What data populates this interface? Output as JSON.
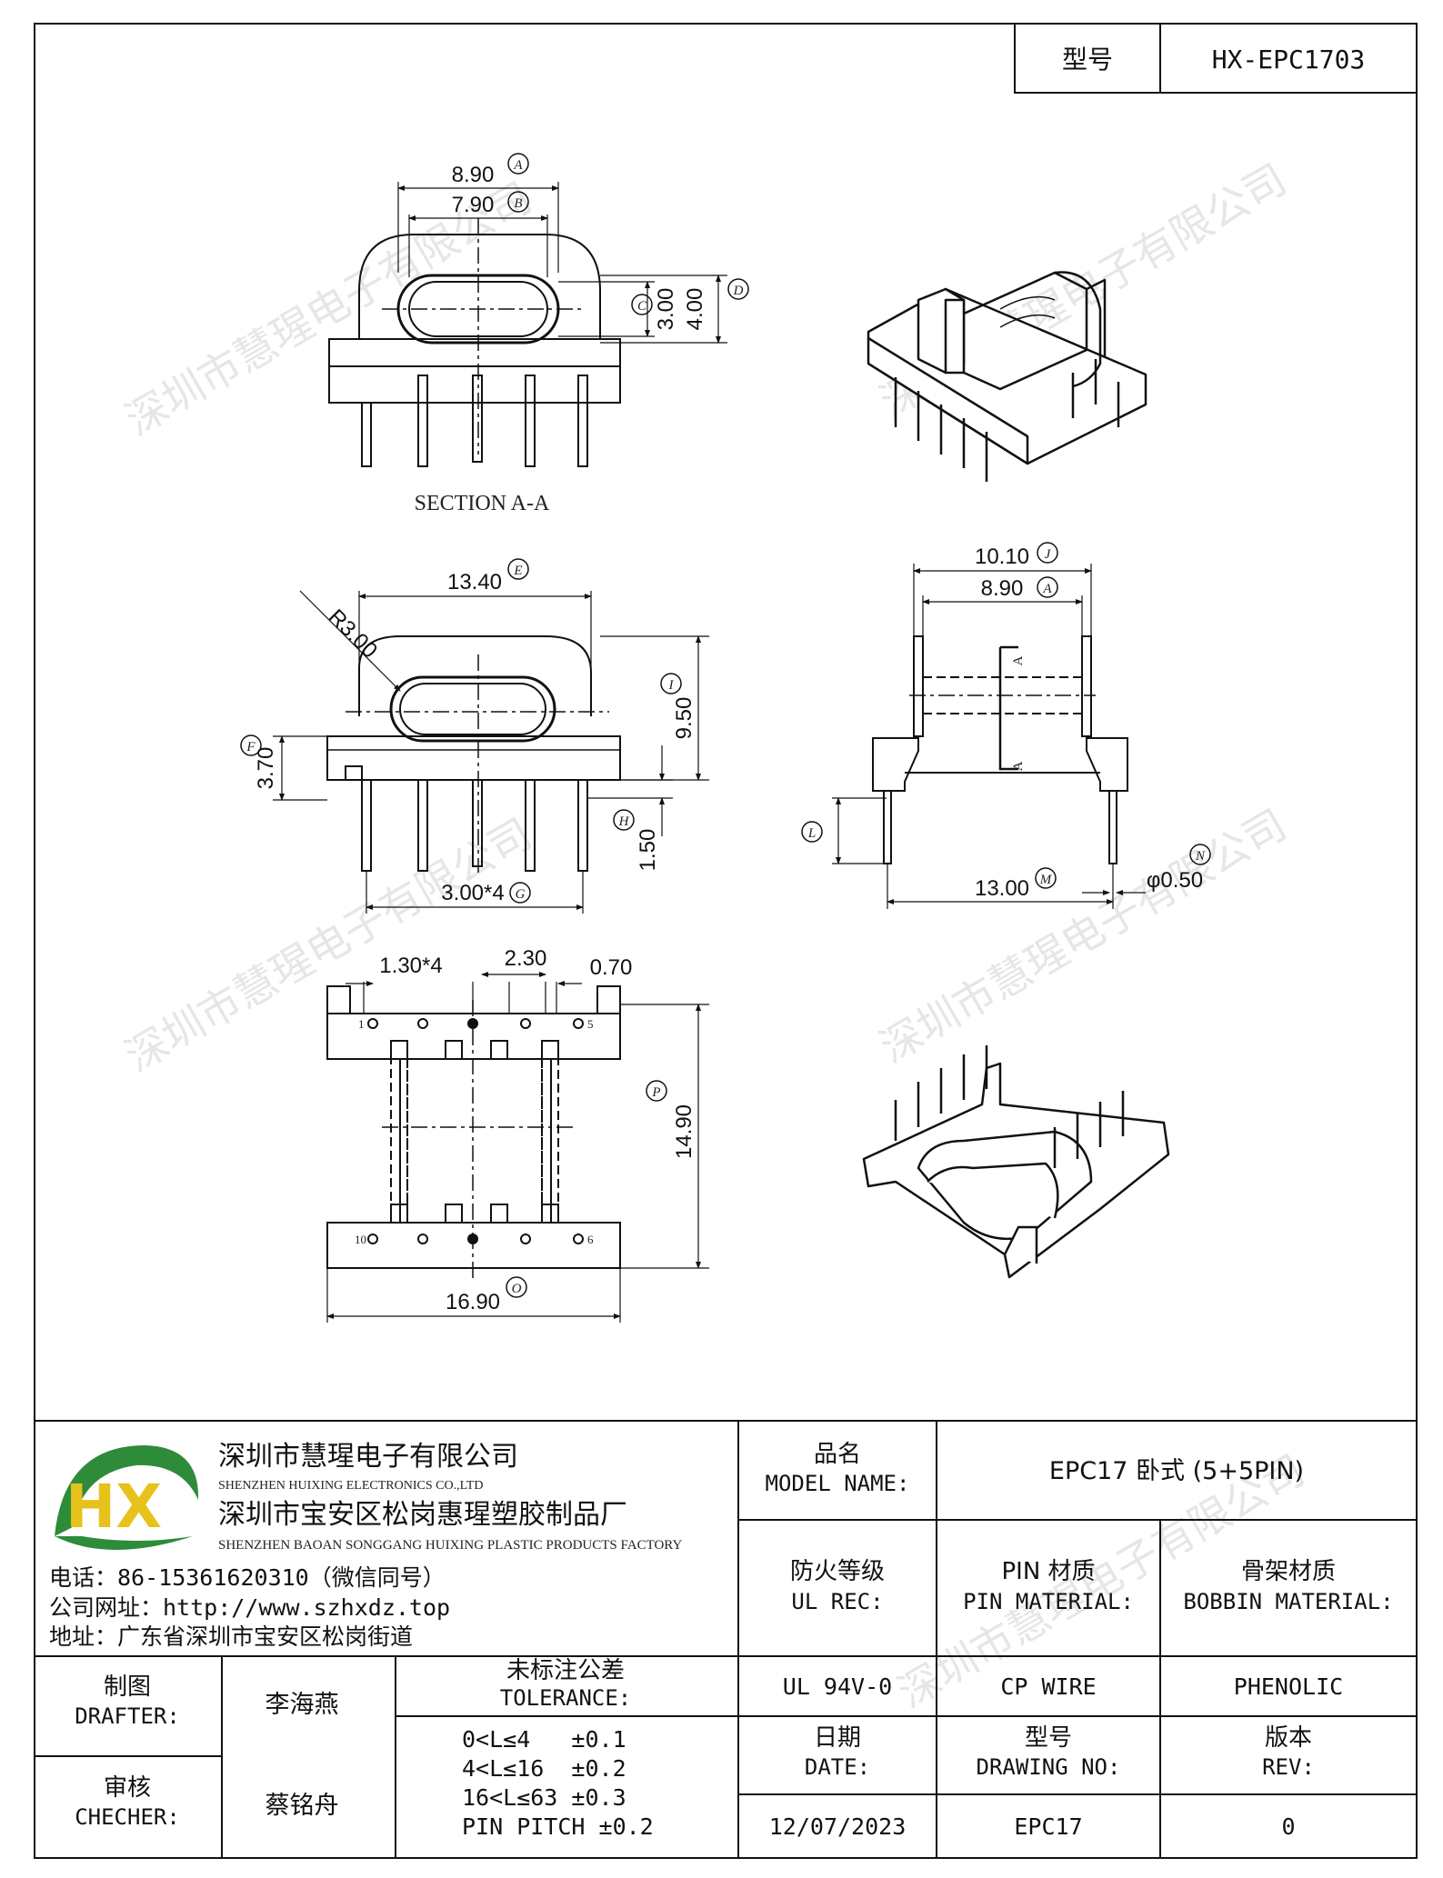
{
  "model": {
    "label": "型号",
    "value": "HX-EPC1703"
  },
  "views": {
    "section": {
      "caption": "SECTION A-A",
      "dims": [
        {
          "value": "8.90",
          "tag": "A"
        },
        {
          "value": "7.90",
          "tag": "B"
        },
        {
          "value": "3.00",
          "tag": "C"
        },
        {
          "value": "4.00",
          "tag": "D"
        }
      ]
    },
    "front": {
      "radius": "R3.00",
      "dims": [
        {
          "value": "13.40",
          "tag": "E"
        },
        {
          "value": "3.70",
          "tag": "F"
        },
        {
          "value": "3.00*4",
          "tag": "G"
        },
        {
          "value": "1.50",
          "tag": "H"
        },
        {
          "value": "9.50",
          "tag": "I"
        }
      ]
    },
    "side": {
      "dims": [
        {
          "value": "10.10",
          "tag": "J"
        },
        {
          "value": "8.90",
          "tag": "A"
        },
        {
          "value": "13.00",
          "tag": "M"
        },
        {
          "value": "φ0.50",
          "tag": "N"
        },
        {
          "tag": "L"
        }
      ],
      "section_mark": "A"
    },
    "bottom": {
      "dims": [
        {
          "value": "1.30*4"
        },
        {
          "value": "2.30"
        },
        {
          "value": "0.70"
        },
        {
          "value": "14.90",
          "tag": "P"
        },
        {
          "value": "16.90",
          "tag": "O"
        }
      ],
      "pins_top": [
        "1",
        "5"
      ],
      "pins_bottom": [
        "10",
        "6"
      ]
    }
  },
  "company": {
    "logo_text": "HX",
    "name1_cn": "深圳市慧瑆电子有限公司",
    "name1_en": "SHENZHEN HUIXING ELECTRONICS CO.,LTD",
    "name2_cn": "深圳市宝安区松岗惠瑆塑胶制品厂",
    "name2_en": "SHENZHEN BAOAN SONGGANG HUIXING PLASTIC PRODUCTS FACTORY",
    "phone": "电话：86-15361620310（微信同号）",
    "website": "公司网址：http://www.szhxdz.top",
    "address": "地址：广东省深圳市宝安区松岗街道"
  },
  "title_block": {
    "model_name_cn": "品名",
    "model_name_en": "MODEL NAME:",
    "model_name_value": "EPC17 卧式 (5+5PIN)",
    "ul_cn": "防火等级",
    "ul_en": "UL REC:",
    "pin_cn": "PIN 材质",
    "pin_en": "PIN MATERIAL:",
    "bobbin_cn": "骨架材质",
    "bobbin_en": "BOBBIN MATERIAL:",
    "ul_value": "UL 94V-0",
    "pin_value": "CP WIRE",
    "bobbin_value": "PHENOLIC",
    "date_cn": "日期",
    "date_en": "DATE:",
    "dwg_cn": "型号",
    "dwg_en": "DRAWING NO:",
    "rev_cn": "版本",
    "rev_en": "REV:",
    "date_value": "12/07/2023",
    "dwg_value": "EPC17",
    "rev_value": "0",
    "drafter_cn": "制图",
    "drafter_en": "DRAFTER:",
    "drafter_value": "李海燕",
    "checker_cn": "审核",
    "checker_en": "CHECHER:",
    "checker_value": "蔡铭舟",
    "tolerance_cn": "未标注公差",
    "tolerance_en": "TOLERANCE:",
    "tolerance_lines": [
      "0<L≤4   ±0.1",
      "4<L≤16  ±0.2",
      "16<L≤63 ±0.3",
      "PIN PITCH ±0.2"
    ]
  },
  "watermark": "深圳市慧瑆电子有限公司",
  "colors": {
    "logo_green": "#2e8b3a",
    "logo_yellow": "#e6c21a",
    "line": "#111111"
  }
}
